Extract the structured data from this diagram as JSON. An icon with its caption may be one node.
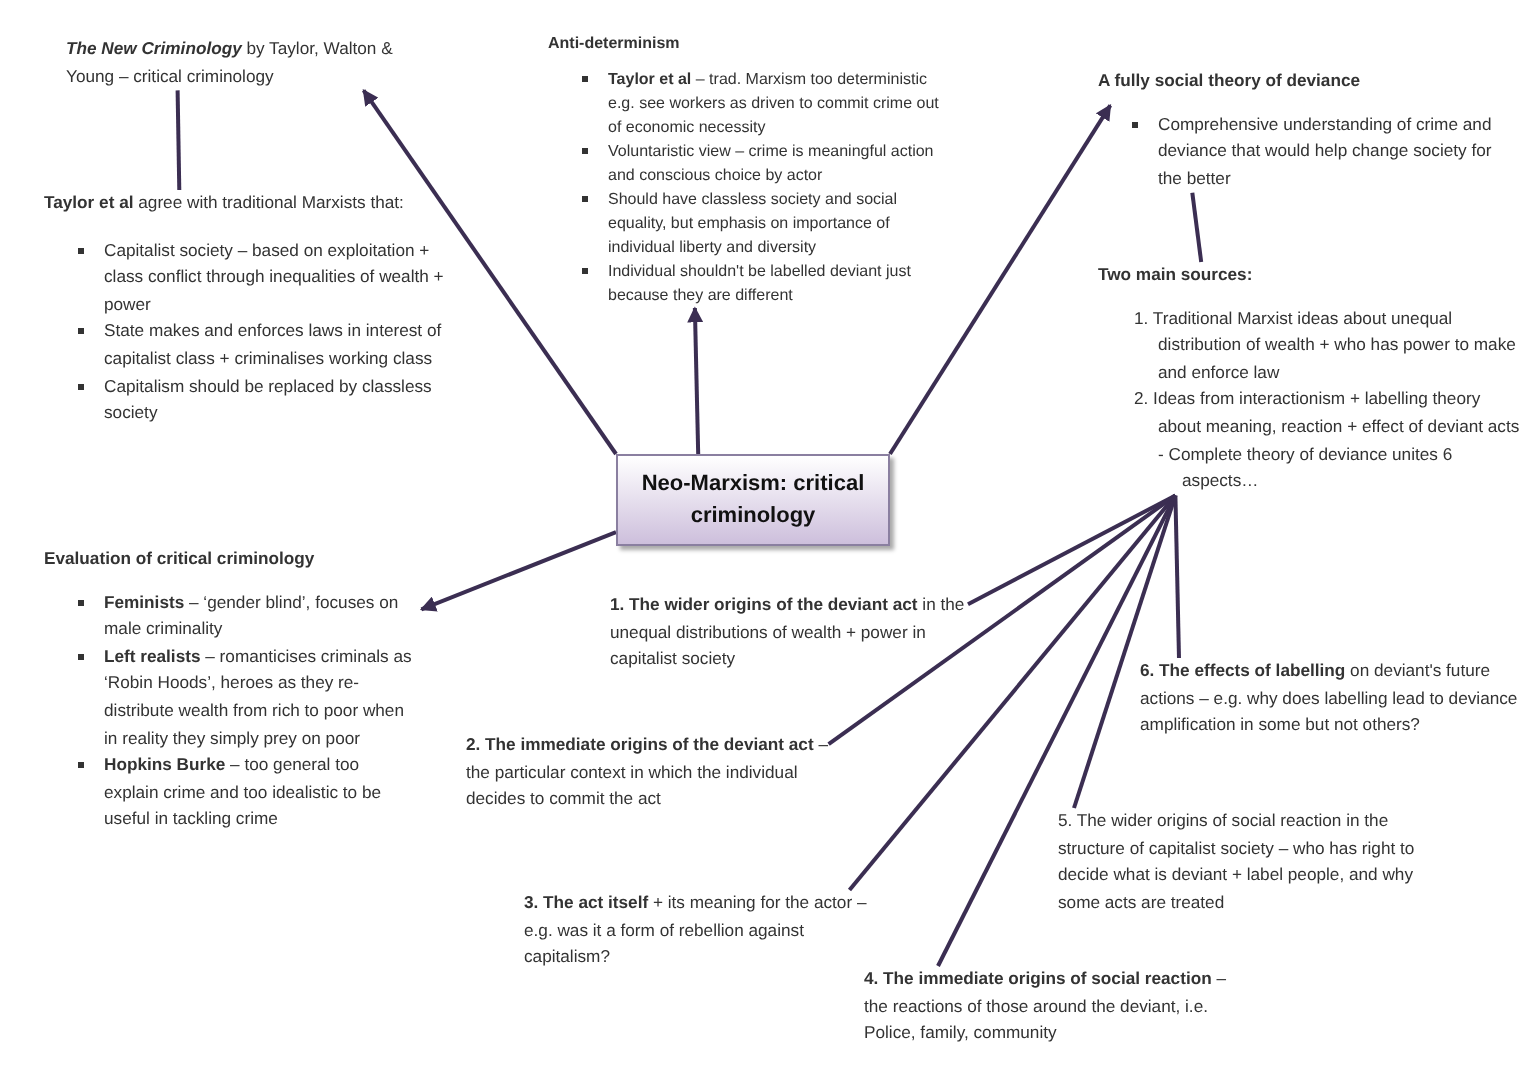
{
  "diagram": {
    "nodes": [
      {
        "text": [
          "Neo-Marxism: critical criminology"
        ]
      },
      {
        "text": [
          "**The New Criminology** by Taylor, Walton & Young – critical criminology"
        ]
      },
      {
        "text": [
          "**Taylor et al** agree with traditional Marxists that:",
          "Capitalist society – based on exploitation + class conflict through inequalities of wealth + power",
          "State makes and enforces laws in interest of capitalist class + criminalises working class",
          "Capitalism should be replaced by classless society"
        ]
      },
      {
        "text": [
          "Anti-determinism",
          "**Taylor et al** – trad. Marxism too deterministic e.g. see workers as driven to commit crime out of economic necessity",
          "Voluntaristic view – crime is meaningful action and conscious choice by actor",
          "Should have classless society and social equality, but emphasis on importance of individual liberty and diversity",
          "Individual shouldn't be labelled deviant just because they are different"
        ]
      },
      {
        "text": [
          "A fully social theory of deviance",
          "Comprehensive understanding of crime and deviance that would help change society for the better"
        ]
      },
      {
        "text": [
          "Two main sources:",
          "1. Traditional Marxist ideas about unequal distribution of wealth + who has power to make and enforce law",
          "2. Ideas from interactionism + labelling theory about meaning, reaction + effect of deviant acts",
          "- Complete theory of deviance unites 6 aspects…"
        ]
      },
      {
        "text": [
          "Evaluation of critical criminology",
          "**Feminists** – ‘gender blind’, focuses on male criminality",
          "**Left realists** – romanticises criminals as ‘Robin Hoods’, heroes as they re-distribute wealth from rich to poor when in reality they simply prey on poor",
          "**Hopkins Burke** – too general too explain crime and too idealistic to be useful in tackling crime"
        ]
      },
      {
        "text": [
          "**1. The wider origins of the deviant act** in the unequal distributions of wealth + power in capitalist society"
        ]
      },
      {
        "text": [
          "**2. The immediate origins of the deviant act** – the particular context in which the individual decides to commit the act"
        ]
      },
      {
        "text": [
          "**3. The act itself** + its meaning for the actor – e.g. was it a form of rebellion against capitalism?"
        ]
      },
      {
        "text": [
          "**4. The immediate origins of social reaction** – the reactions of those around the deviant, i.e. Police, family, community"
        ]
      },
      {
        "text": [
          "5. The wider origins of social reaction in the structure of capitalist society – who has right to decide what is deviant + label people, and why some acts are treated"
        ]
      },
      {
        "text": [
          "**6. The effects of labelling** on deviant's future actions – e.g. why does labelling lead to deviance amplification in some but not others?"
        ]
      }
    ],
    "edges": [
      {
        "from": 0,
        "to": 1,
        "arrow": "to"
      },
      {
        "from": 0,
        "to": 3,
        "arrow": "to"
      },
      {
        "from": 0,
        "to": 4,
        "arrow": "to"
      },
      {
        "from": 0,
        "to": 6,
        "arrow": "to"
      },
      {
        "from": 1,
        "to": 2,
        "arrow": "none"
      },
      {
        "from": 4,
        "to": 5,
        "arrow": "none"
      },
      {
        "from": 5,
        "to": 7,
        "arrow": "none"
      },
      {
        "from": 5,
        "to": 8,
        "arrow": "none"
      },
      {
        "from": 5,
        "to": 9,
        "arrow": "none"
      },
      {
        "from": 5,
        "to": 10,
        "arrow": "none"
      },
      {
        "from": 5,
        "to": 11,
        "arrow": "none"
      },
      {
        "from": 5,
        "to": 12,
        "arrow": "none"
      }
    ]
  }
}
